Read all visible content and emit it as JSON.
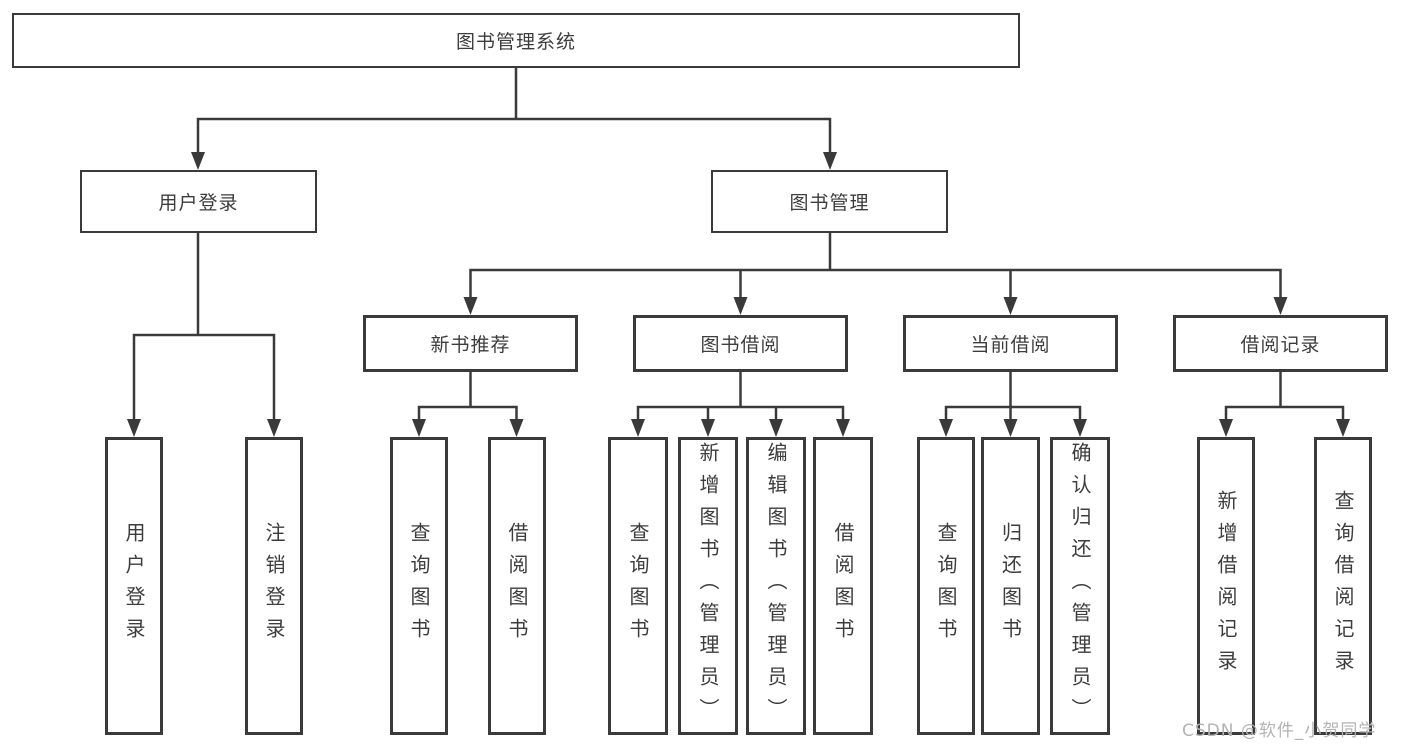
{
  "tree": {
    "label": "图书管理系统",
    "children": [
      {
        "label": "用户登录",
        "children": [
          {
            "label": "用户登录"
          },
          {
            "label": "注销登录"
          }
        ]
      },
      {
        "label": "图书管理",
        "children": [
          {
            "label": "新书推荐",
            "children": [
              {
                "label": "查询图书"
              },
              {
                "label": "借阅图书"
              }
            ]
          },
          {
            "label": "图书借阅",
            "children": [
              {
                "label": "查询图书"
              },
              {
                "label": "新增图书（管理员）"
              },
              {
                "label": "编辑图书（管理员）"
              },
              {
                "label": "借阅图书"
              }
            ]
          },
          {
            "label": "当前借阅",
            "children": [
              {
                "label": "查询图书"
              },
              {
                "label": "归还图书"
              },
              {
                "label": "确认归还（管理员）"
              }
            ]
          },
          {
            "label": "借阅记录",
            "children": [
              {
                "label": "新增借阅记录"
              },
              {
                "label": "查询借阅记录"
              }
            ]
          }
        ]
      }
    ]
  },
  "watermark": {
    "text": "CSDN @软件_小贺同学"
  },
  "colors": {
    "line": "#3a3a3a",
    "text": "#3d3d3d",
    "box_background": "#ffffff",
    "watermark": "#b3b3b3"
  }
}
